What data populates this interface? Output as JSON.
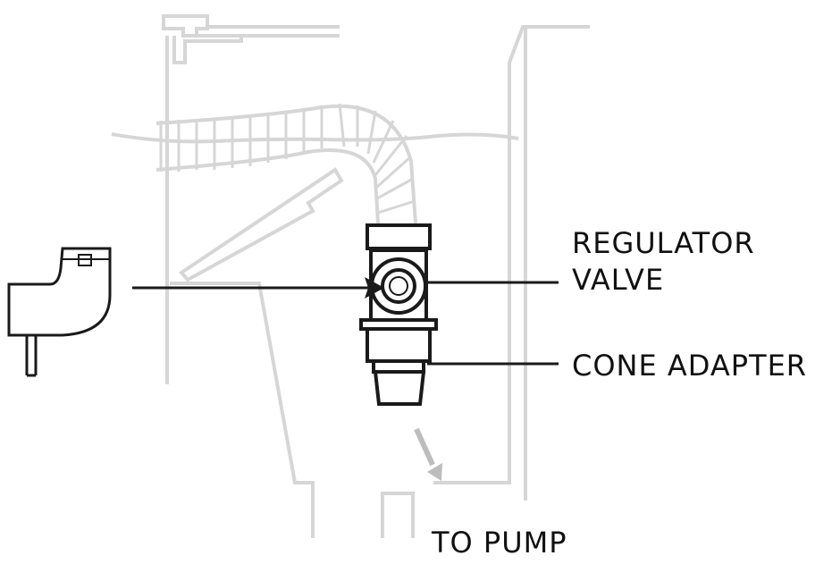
{
  "labels": {
    "regulator_valve_line1": "REGULATOR",
    "regulator_valve_line2": "VALVE",
    "cone_adapter": "CONE ADAPTER",
    "to_pump": "TO PUMP"
  },
  "colors": {
    "faded": "#d6d6d6",
    "dark": "#1a1a1a",
    "arrow_gray": "#bdbdbd"
  },
  "icons": [
    "tank-outline",
    "hose-icon",
    "regulator-valve-icon",
    "cone-adapter-icon",
    "valve-detail-icon",
    "flow-arrow-icon"
  ]
}
